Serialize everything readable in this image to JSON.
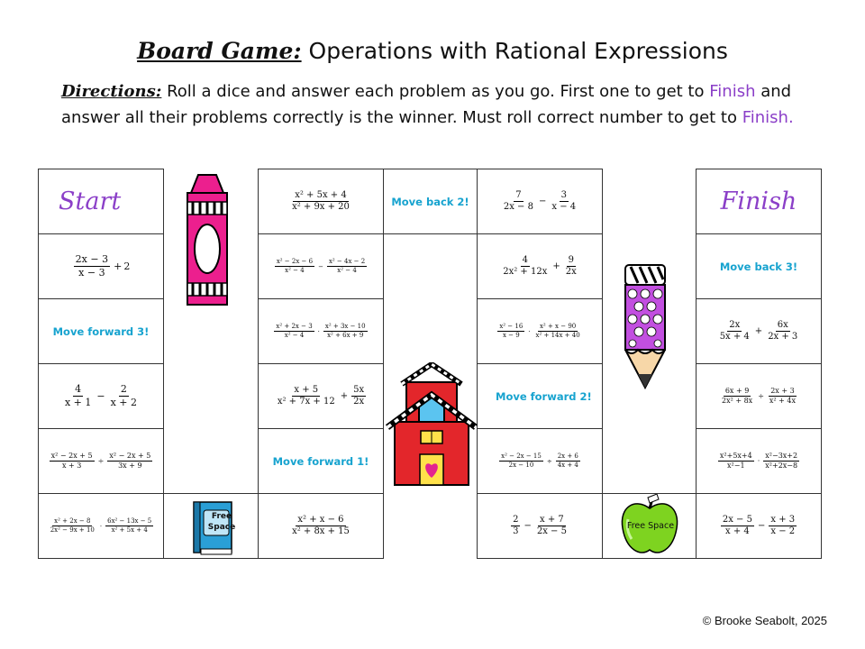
{
  "header": {
    "title_lead": "Board Game:",
    "title_rest": " Operations with Rational Expressions"
  },
  "directions": {
    "lead": "Directions:",
    "t1": " Roll a dice and answer each problem as you go.  First one to get to",
    "finish1": "Finish",
    "t2": " and answer all their problems correctly is the winner.  Must roll correct number to get to ",
    "finish2": "Finish."
  },
  "board": {
    "start": "Start",
    "finish": "Finish",
    "move_forward_3": "Move forward 3!",
    "move_back_2": "Move back 2!",
    "move_forward_1": "Move forward 1!",
    "move_forward_2": "Move forward 2!",
    "move_back_3": "Move back 3!",
    "free_space_book": "Free Space",
    "free_space_apple": "Free Space",
    "p1": {
      "n1": "2x − 3",
      "d1": "x − 3",
      "op": "+",
      "tail": "2"
    },
    "p2": {
      "n1": "4",
      "d1": "x + 1",
      "op": "−",
      "n2": "2",
      "d2": "x + 2"
    },
    "p3": {
      "n1": "x² − 2x + 5",
      "d1": "x + 3",
      "op": "÷",
      "n2": "x² − 2x + 5",
      "d2": "3x + 9"
    },
    "p4": {
      "n1": "x² + 2x − 8",
      "d1": "2x² − 9x + 10",
      "op": "·",
      "n2": "6x² − 13x − 5",
      "d2": "x² + 5x + 4"
    },
    "p5": {
      "n1": "x² + 5x + 4",
      "d1": "x² + 9x + 20"
    },
    "p6": {
      "n1": "x² − 2x − 6",
      "d1": "x² − 4",
      "op": "−",
      "n2": "x² − 4x − 2",
      "d2": "x² − 4"
    },
    "p7": {
      "n1": "x² + 2x − 3",
      "d1": "x² − 4",
      "op": "·",
      "n2": "x² + 3x − 10",
      "d2": "x² + 6x + 9"
    },
    "p8": {
      "n1": "x + 5",
      "d1": "x² + 7x + 12",
      "op": "+",
      "n2": "5x",
      "d2": "2x"
    },
    "p9": {
      "n1": "x² + x − 6",
      "d1": "x² + 8x + 15"
    },
    "p10": {
      "n1": "7",
      "d1": "2x − 8",
      "op": "−",
      "n2": "3",
      "d2": "x − 4"
    },
    "p11": {
      "n1": "4",
      "d1": "2x² + 12x",
      "op": "+",
      "n2": "9",
      "d2": "2x"
    },
    "p12": {
      "n1": "x² − 16",
      "d1": "x − 9",
      "op": "·",
      "n2": "x² + x − 90",
      "d2": "x² + 14x + 40"
    },
    "p13": {
      "n1": "x² − 2x − 15",
      "d1": "2x − 10",
      "op": "÷",
      "n2": "2x + 6",
      "d2": "4x + 4"
    },
    "p14": {
      "n1": "2",
      "d1": "3",
      "op": "−",
      "n2": "x + 7",
      "d2": "2x − 5"
    },
    "p15": {
      "n1": "2x",
      "d1": "5x + 4",
      "op": "+",
      "n2": "6x",
      "d2": "2x + 3"
    },
    "p16": {
      "n1": "6x + 9",
      "d1": "2x² + 8x",
      "op": "÷",
      "n2": "2x + 3",
      "d2": "x² + 4x"
    },
    "p17": {
      "n1": "x²+5x+4",
      "d1": "x²−1",
      "op": "·",
      "n2": "x²−3x+2",
      "d2": "x²+2x−8"
    },
    "p18": {
      "n1": "2x − 5",
      "d1": "x + 4",
      "op": "−",
      "n2": "x + 3",
      "d2": "x − 2"
    }
  },
  "footer": {
    "copyright": "© Brooke Seabolt, 2025"
  },
  "colors": {
    "accent_purple": "#8b3fc8",
    "move_blue": "#17a3cf",
    "crayon_pink": "#ec1f8e",
    "pencil_purple": "#c24fe0",
    "school_red": "#e3262b",
    "apple_green": "#7ed320",
    "book_blue": "#2a9fd6"
  },
  "icons": [
    "crayon-icon",
    "pencil-icon",
    "schoolhouse-icon",
    "book-icon",
    "apple-icon"
  ]
}
